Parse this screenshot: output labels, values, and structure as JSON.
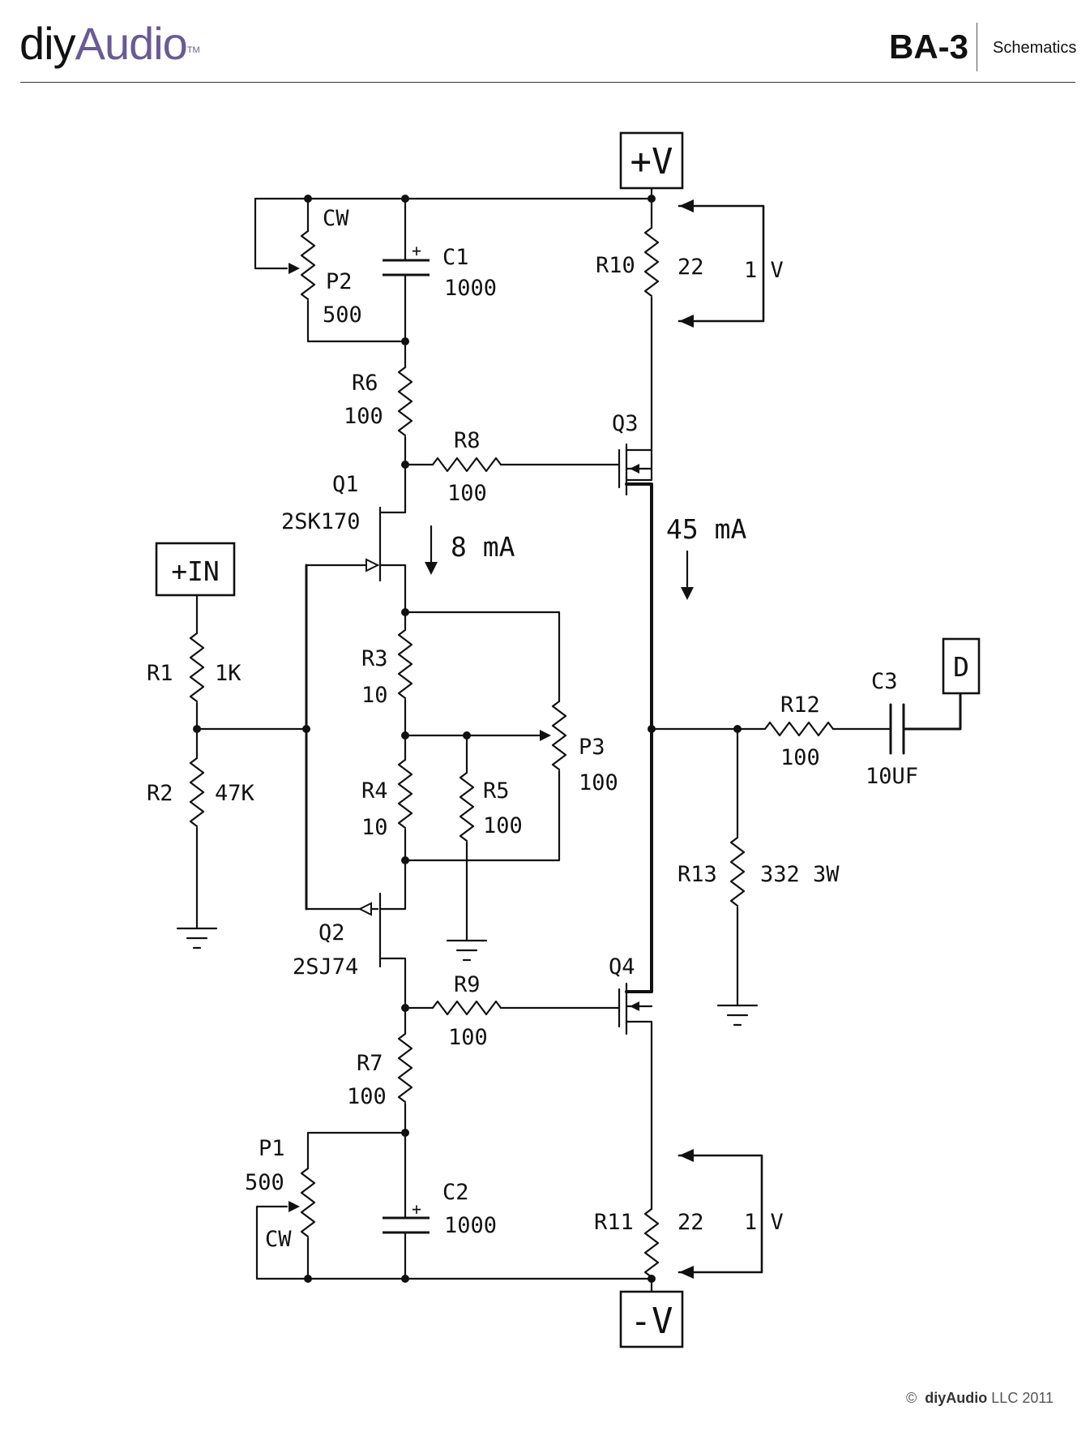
{
  "header": {
    "logo_diy": "diy",
    "logo_audio": "Audio",
    "logo_tm": "TM",
    "model": "BA-3",
    "section": "Schematics"
  },
  "footer": {
    "copyright_symbol": "©",
    "brand": "diyAudio",
    "suffix": "LLC 2011"
  },
  "schematic": {
    "terminals": {
      "positive_supply": "+V",
      "negative_supply": "-V",
      "input": "+IN",
      "output": "D"
    },
    "components": {
      "r1": {
        "ref": "R1",
        "value": "1K"
      },
      "r2": {
        "ref": "R2",
        "value": "47K"
      },
      "r3": {
        "ref": "R3",
        "value": "10"
      },
      "r4": {
        "ref": "R4",
        "value": "10"
      },
      "r5": {
        "ref": "R5",
        "value": "100"
      },
      "r6": {
        "ref": "R6",
        "value": "100"
      },
      "r7": {
        "ref": "R7",
        "value": "100"
      },
      "r8": {
        "ref": "R8",
        "value": "100"
      },
      "r9": {
        "ref": "R9",
        "value": "100"
      },
      "r10": {
        "ref": "R10",
        "value": "22"
      },
      "r11": {
        "ref": "R11",
        "value": "22"
      },
      "r12": {
        "ref": "R12",
        "value": "100"
      },
      "r13": {
        "ref": "R13",
        "value": "332 3W"
      },
      "c1": {
        "ref": "C1",
        "value": "1000",
        "polarity": "+"
      },
      "c2": {
        "ref": "C2",
        "value": "1000",
        "polarity": "+"
      },
      "c3": {
        "ref": "C3",
        "value": "10UF"
      },
      "p1": {
        "ref": "P1",
        "value": "500",
        "cw": "CW"
      },
      "p2": {
        "ref": "P2",
        "value": "500",
        "cw": "CW"
      },
      "p3": {
        "ref": "P3",
        "value": "100"
      },
      "q1": {
        "ref": "Q1",
        "part": "2SK170"
      },
      "q2": {
        "ref": "Q2",
        "part": "2SJ74"
      },
      "q3": {
        "ref": "Q3"
      },
      "q4": {
        "ref": "Q4"
      }
    },
    "annotations": {
      "q1_current": "8 mA",
      "output_current": "45 mA",
      "r10_voltage": "1 V",
      "r11_voltage": "1 V"
    }
  }
}
